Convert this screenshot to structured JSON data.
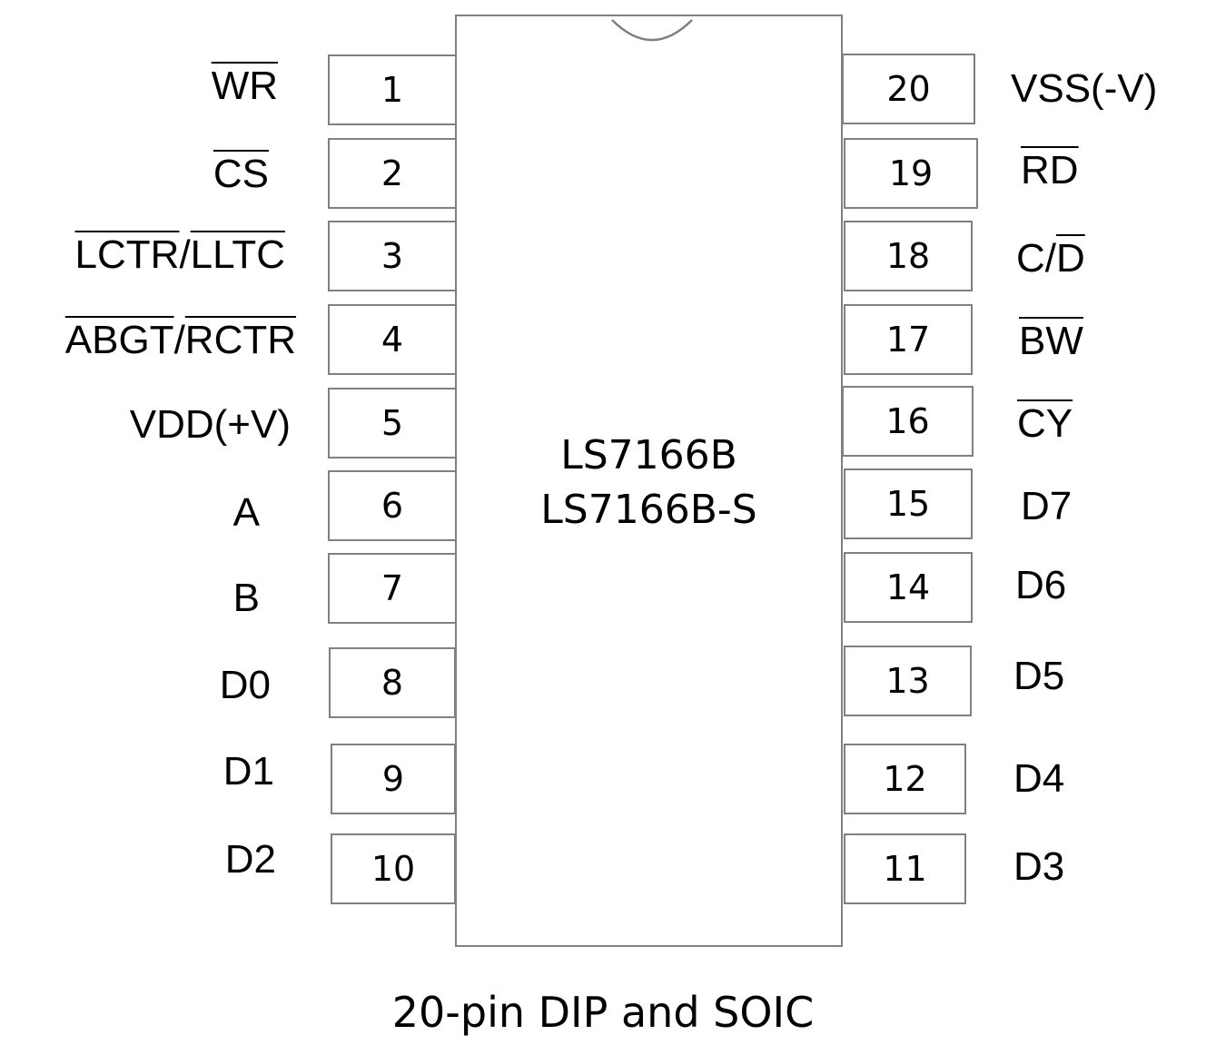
{
  "chip": {
    "part_numbers": [
      "LS7166B",
      "LS7166B-S"
    ],
    "package_caption": "20-pin DIP and SOIC",
    "outline_color": "#808080"
  },
  "pins_left": [
    {
      "number": "1",
      "label": "WR",
      "active_low": [
        [
          0,
          2
        ]
      ]
    },
    {
      "number": "2",
      "label": "CS",
      "active_low": [
        [
          0,
          2
        ]
      ]
    },
    {
      "number": "3",
      "label": "LCTR/LLTC",
      "active_low": [
        [
          0,
          4
        ],
        [
          5,
          9
        ]
      ]
    },
    {
      "number": "4",
      "label": "ABGT/RCTR",
      "active_low": [
        [
          0,
          4
        ],
        [
          5,
          9
        ]
      ]
    },
    {
      "number": "5",
      "label": "VDD(+V)"
    },
    {
      "number": "6",
      "label": "A"
    },
    {
      "number": "7",
      "label": "B"
    },
    {
      "number": "8",
      "label": "D0"
    },
    {
      "number": "9",
      "label": "D1"
    },
    {
      "number": "10",
      "label": "D2"
    }
  ],
  "pins_right": [
    {
      "number": "20",
      "label": "VSS(-V)"
    },
    {
      "number": "19",
      "label": "RD",
      "active_low": [
        [
          0,
          2
        ]
      ]
    },
    {
      "number": "18",
      "label": "C/D",
      "active_low": [
        [
          2,
          3
        ]
      ]
    },
    {
      "number": "17",
      "label": "BW",
      "active_low": [
        [
          0,
          2
        ]
      ]
    },
    {
      "number": "16",
      "label": "CY",
      "active_low": [
        [
          0,
          2
        ]
      ]
    },
    {
      "number": "15",
      "label": "D7"
    },
    {
      "number": "14",
      "label": "D6"
    },
    {
      "number": "13",
      "label": "D5"
    },
    {
      "number": "12",
      "label": "D4"
    },
    {
      "number": "11",
      "label": "D3"
    }
  ]
}
